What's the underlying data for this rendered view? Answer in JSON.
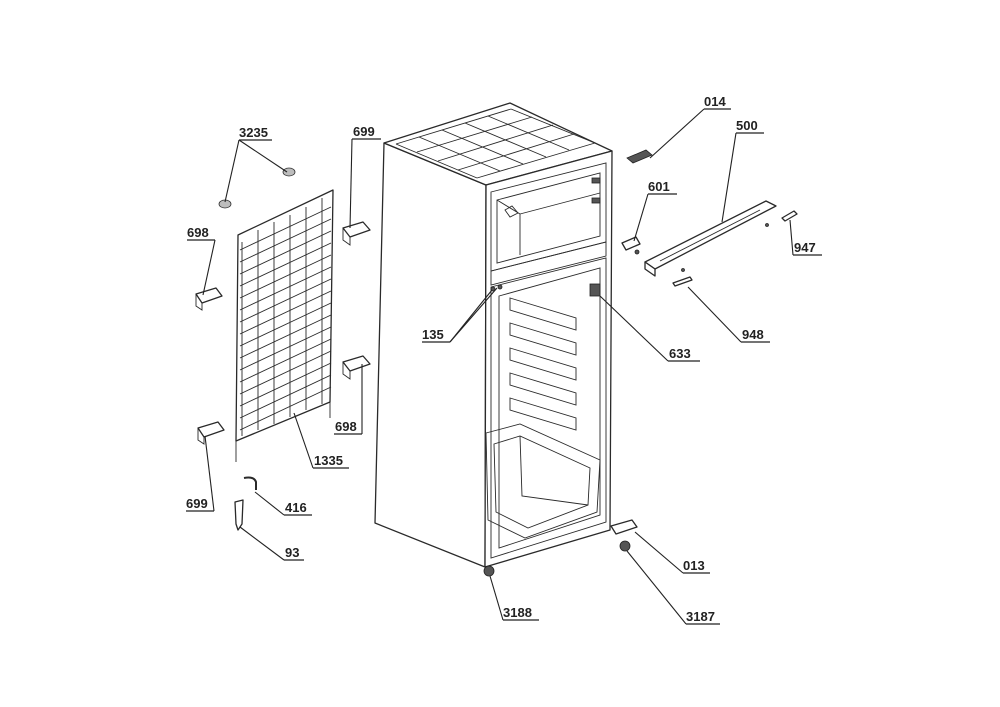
{
  "labels": {
    "p014": "014",
    "p500": "500",
    "p601": "601",
    "p947": "947",
    "p948": "948",
    "p633": "633",
    "p3235": "3235",
    "p699a": "699",
    "p698a": "698",
    "p135": "135",
    "p698b": "698",
    "p1335": "1335",
    "p699b": "699",
    "p416": "416",
    "p93": "93",
    "p013": "013",
    "p3188": "3188",
    "p3187": "3187"
  },
  "colors": {
    "line": "#222222",
    "background": "#ffffff"
  }
}
